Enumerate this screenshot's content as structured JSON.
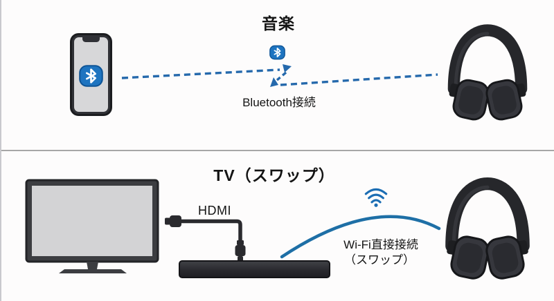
{
  "music_panel": {
    "title": "音楽",
    "connection_label": "Bluetooth接続",
    "devices": [
      "smartphone",
      "wireless-headphones"
    ],
    "link_type": "bluetooth-dashed-bidirectional"
  },
  "tv_panel": {
    "title": "TV（スワップ）",
    "hdmi_label": "HDMI",
    "wifi_label_line1": "Wi-Fi直接接続",
    "wifi_label_line2": "（スワップ）",
    "devices": [
      "tv",
      "hdmi-cable",
      "soundbar",
      "wireless-headphones"
    ],
    "link_type": "wifi-direct-arc"
  },
  "icons": {
    "phone_screen_badge": "bluetooth-icon",
    "center_badge": "bluetooth-icon",
    "wireless": "wifi-icon"
  },
  "colors": {
    "accent_blue": "#2569ac",
    "bluetooth_badge_blue": "#1e74c0",
    "wifi_blue": "#1b6db3",
    "arc_blue": "#1e6fa6",
    "device_dark": "#2b2c30",
    "screen_gray": "#d5d5d7",
    "divider_gray": "#a6a6a6",
    "background": "#fdfcfc",
    "text": "#141414"
  }
}
